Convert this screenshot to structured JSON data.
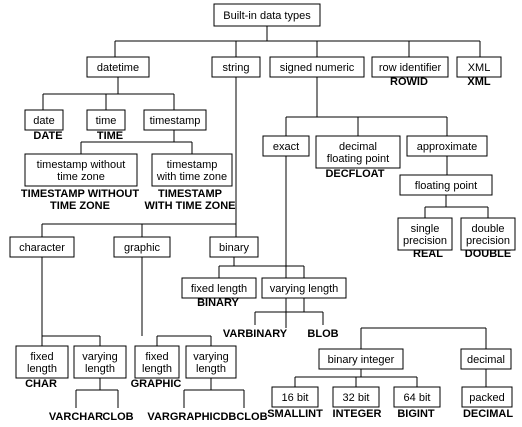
{
  "nodes": {
    "builtin": [
      "Built-in data types"
    ],
    "datetime": [
      "datetime"
    ],
    "string": [
      "string"
    ],
    "signed_numeric": [
      "signed numeric"
    ],
    "row_identifier": [
      "row identifier"
    ],
    "xml": [
      "XML"
    ],
    "date": [
      "date"
    ],
    "time": [
      "time"
    ],
    "timestamp": [
      "timestamp"
    ],
    "ts_without_tz": [
      "timestamp without",
      "time zone"
    ],
    "ts_with_tz": [
      "timestamp",
      "with time zone"
    ],
    "exact": [
      "exact"
    ],
    "decimal_fp": [
      "decimal",
      "floating point"
    ],
    "approximate": [
      "approximate"
    ],
    "floating_point": [
      "floating point"
    ],
    "single_precision": [
      "single",
      "precision"
    ],
    "double_precision": [
      "double",
      "precision"
    ],
    "character": [
      "character"
    ],
    "graphic": [
      "graphic"
    ],
    "binary": [
      "binary"
    ],
    "bin_fixed": [
      "fixed length"
    ],
    "bin_varying": [
      "varying length"
    ],
    "char_fixed": [
      "fixed",
      "length"
    ],
    "char_varying": [
      "varying",
      "length"
    ],
    "graphic_fixed": [
      "fixed",
      "length"
    ],
    "graphic_varying": [
      "varying",
      "length"
    ],
    "binary_integer": [
      "binary integer"
    ],
    "decimal": [
      "decimal"
    ],
    "int16": [
      "16 bit"
    ],
    "int32": [
      "32 bit"
    ],
    "int64": [
      "64 bit"
    ],
    "packed": [
      "packed"
    ]
  },
  "sql_types": {
    "rowid": [
      "ROWID"
    ],
    "xml": [
      "XML"
    ],
    "date": [
      "DATE"
    ],
    "time": [
      "TIME"
    ],
    "timestamp_without": [
      "TIMESTAMP WITHOUT",
      "TIME ZONE"
    ],
    "timestamp_with": [
      "TIMESTAMP",
      "WITH TIME ZONE"
    ],
    "decfloat": [
      "DECFLOAT"
    ],
    "real": [
      "REAL"
    ],
    "double": [
      "DOUBLE"
    ],
    "binary": [
      "BINARY"
    ],
    "varbinary": [
      "VARBINARY"
    ],
    "blob": [
      "BLOB"
    ],
    "char": [
      "CHAR"
    ],
    "varchar": [
      "VARCHAR"
    ],
    "clob": [
      "CLOB"
    ],
    "graphic": [
      "GRAPHIC"
    ],
    "vargraphic": [
      "VARGRAPHIC"
    ],
    "dbclob": [
      "DBCLOB"
    ],
    "smallint": [
      "SMALLINT"
    ],
    "integer": [
      "INTEGER"
    ],
    "bigint": [
      "BIGINT"
    ],
    "decimal": [
      "DECIMAL"
    ]
  }
}
